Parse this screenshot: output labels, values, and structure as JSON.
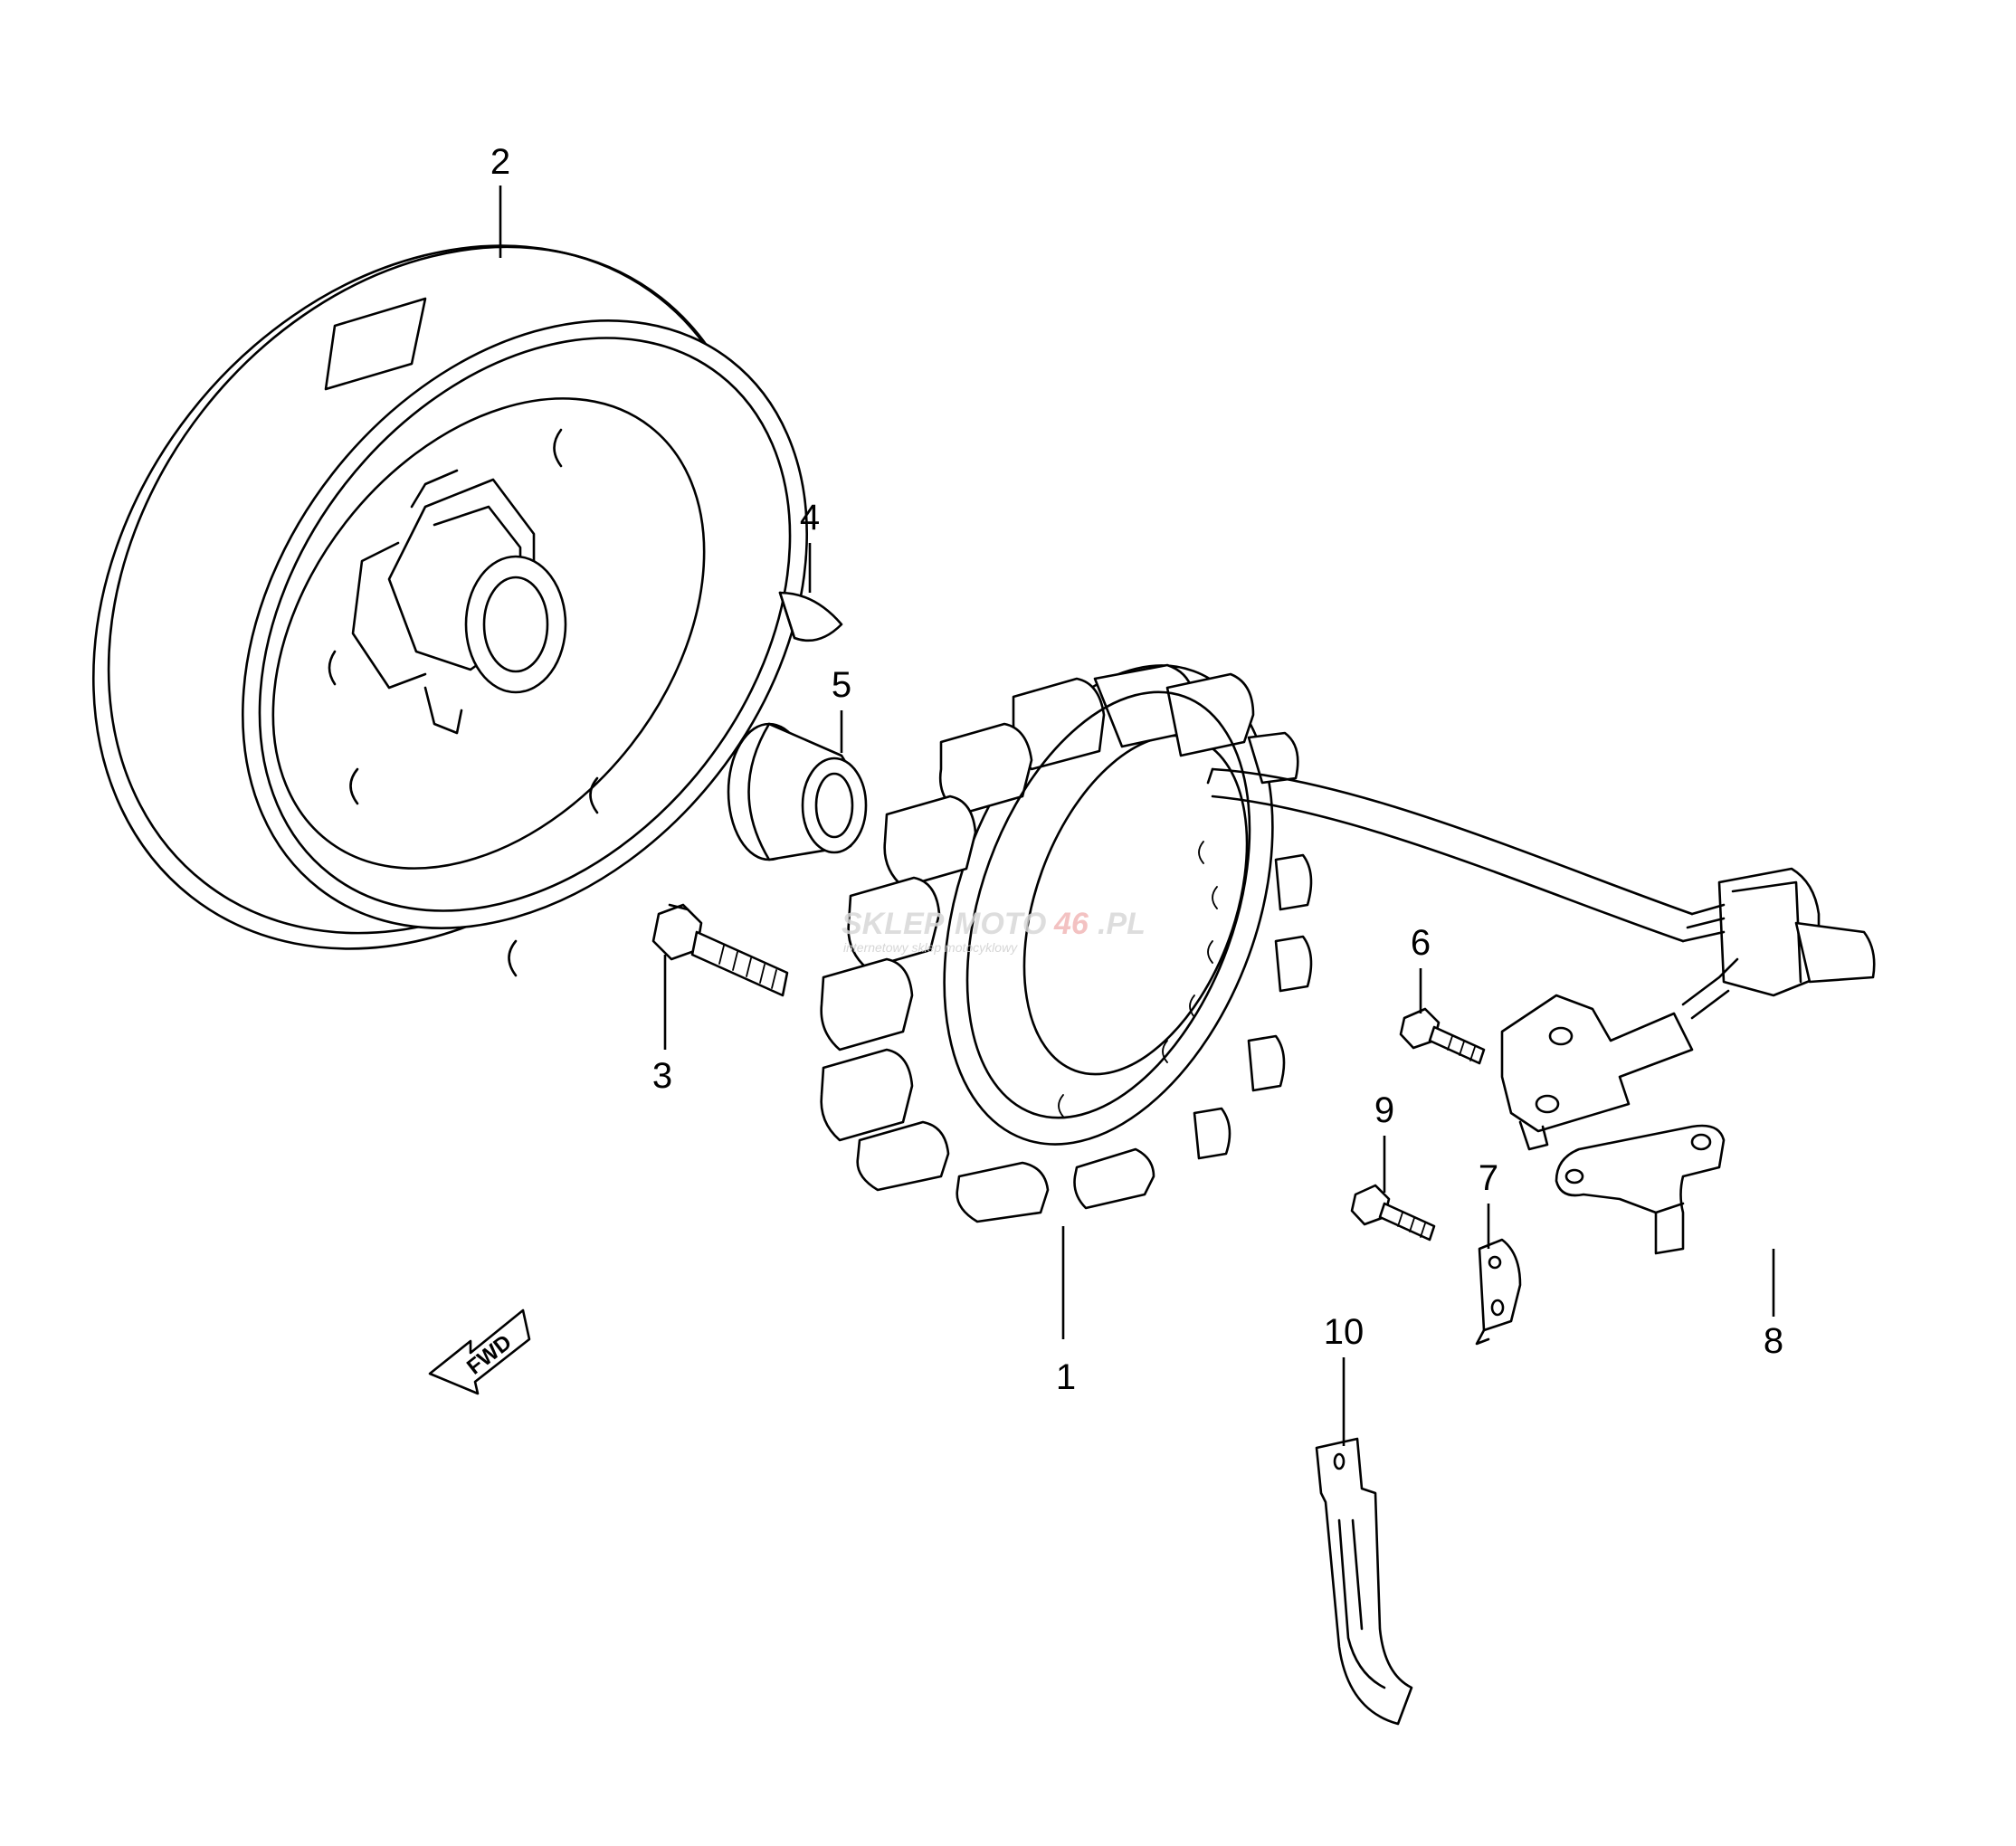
{
  "callouts": [
    {
      "id": 1,
      "label": "1"
    },
    {
      "id": 2,
      "label": "2"
    },
    {
      "id": 3,
      "label": "3"
    },
    {
      "id": 4,
      "label": "4"
    },
    {
      "id": 5,
      "label": "5"
    },
    {
      "id": 6,
      "label": "6"
    },
    {
      "id": 7,
      "label": "7"
    },
    {
      "id": 8,
      "label": "8"
    },
    {
      "id": 9,
      "label": "9"
    },
    {
      "id": 10,
      "label": "10"
    }
  ],
  "direction_badge": "FWD",
  "watermark": {
    "part_a": "SKLEP",
    "part_b": "MOTO",
    "part_c": "46",
    "part_d": ".PL",
    "tagline": "internetowy sklep motocyklowy"
  }
}
